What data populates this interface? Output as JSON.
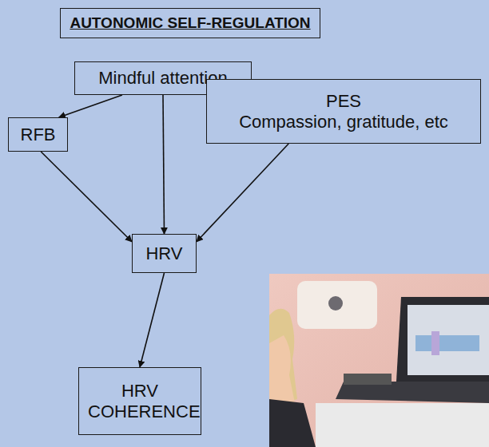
{
  "diagram": {
    "nodes": [
      {
        "text": [
          "AUTONOMIC SELF-REGULATION"
        ]
      },
      {
        "text": [
          "Mindful attention"
        ]
      },
      {
        "text": [
          "RFB"
        ]
      },
      {
        "text": [
          "PES",
          "Compassion, gratitude, etc"
        ]
      },
      {
        "text": [
          "HRV"
        ]
      },
      {
        "text": [
          "HRV COHERENCE"
        ]
      }
    ],
    "edges": [
      {
        "from": 1,
        "to": 2,
        "arrow": "to"
      },
      {
        "from": 1,
        "to": 4,
        "arrow": "to"
      },
      {
        "from": 2,
        "to": 4,
        "arrow": "to"
      },
      {
        "from": 3,
        "to": 4,
        "arrow": "to"
      },
      {
        "from": 4,
        "to": 5,
        "arrow": "to"
      }
    ]
  }
}
